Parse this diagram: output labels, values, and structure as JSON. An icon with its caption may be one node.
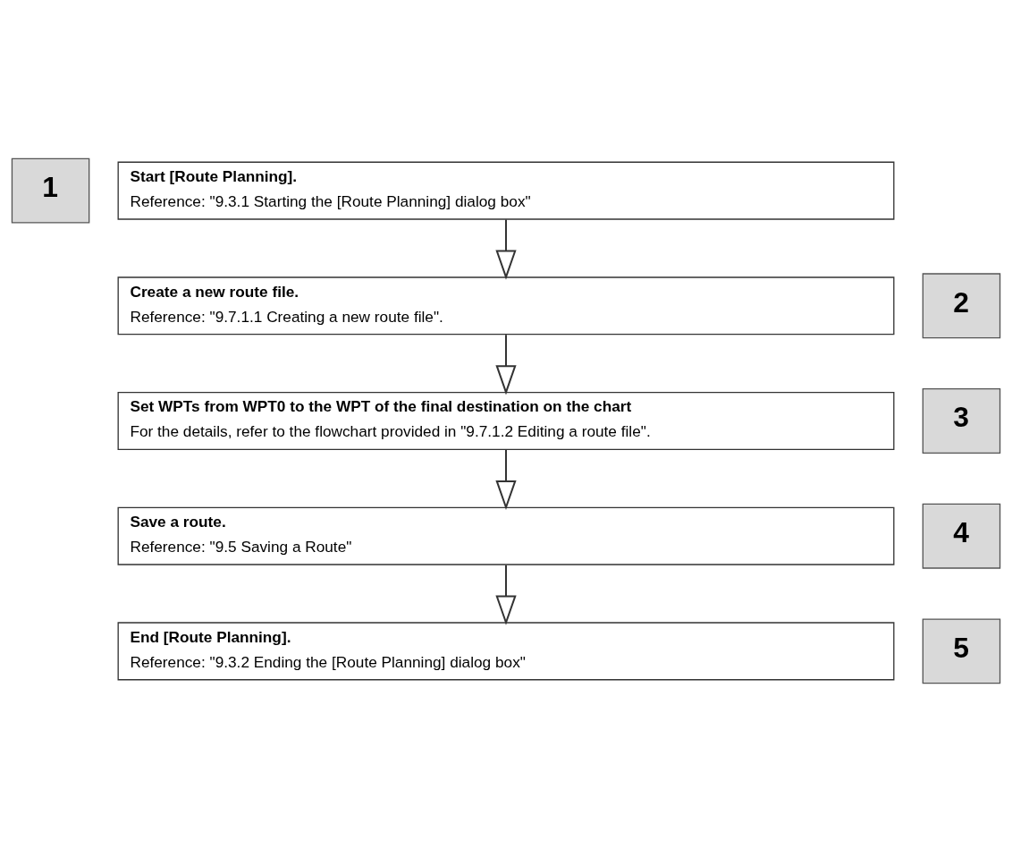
{
  "diagram": {
    "nodes": [
      {
        "text": [
          "1"
        ]
      },
      {
        "text": [
          "Start [Route Planning].",
          "Reference: \"9.3.1 Starting the [Route Planning] dialog box\""
        ]
      },
      {
        "text": [
          "2"
        ]
      },
      {
        "text": [
          "Create a new route file.",
          "Reference: \"9.7.1.1 Creating a new route file\"."
        ]
      },
      {
        "text": [
          "3"
        ]
      },
      {
        "text": [
          "Set WPTs from WPT0 to the WPT of the final destination on the chart",
          "For the details, refer to the flowchart provided in \"9.7.1.2 Editing a route file\"."
        ]
      },
      {
        "text": [
          "4"
        ]
      },
      {
        "text": [
          "Save a route.",
          "Reference: \"9.5 Saving a Route\""
        ]
      },
      {
        "text": [
          "5"
        ]
      },
      {
        "text": [
          "End [Route Planning].",
          "Reference: \"9.3.2 Ending the [Route Planning] dialog box\""
        ]
      }
    ],
    "edges": [
      {
        "from": 1,
        "to": 3,
        "arrow": "to"
      },
      {
        "from": 3,
        "to": 5,
        "arrow": "to"
      },
      {
        "from": 5,
        "to": 7,
        "arrow": "to"
      },
      {
        "from": 7,
        "to": 9,
        "arrow": "to"
      }
    ]
  }
}
